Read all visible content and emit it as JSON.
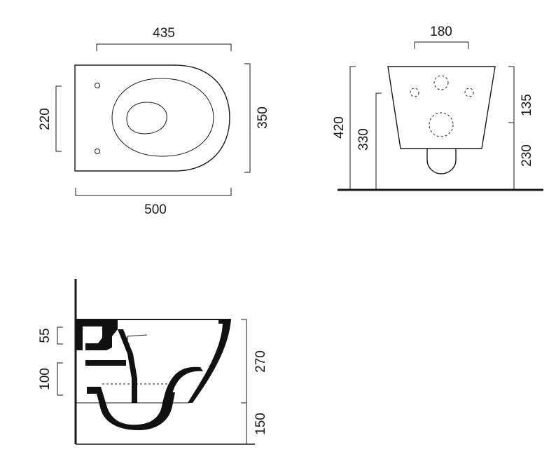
{
  "views": {
    "top": {
      "dim_top_width": "435",
      "dim_bottom_width": "500",
      "dim_left_height": "220",
      "dim_right_height": "350"
    },
    "front": {
      "dim_top_width": "180",
      "dim_total_height": "420",
      "dim_inner_height": "330",
      "dim_upper_right": "135",
      "dim_lower_right": "230"
    },
    "side": {
      "dim_left_upper": "55",
      "dim_left_lower": "100",
      "dim_right_upper": "270",
      "dim_right_lower": "150"
    }
  }
}
